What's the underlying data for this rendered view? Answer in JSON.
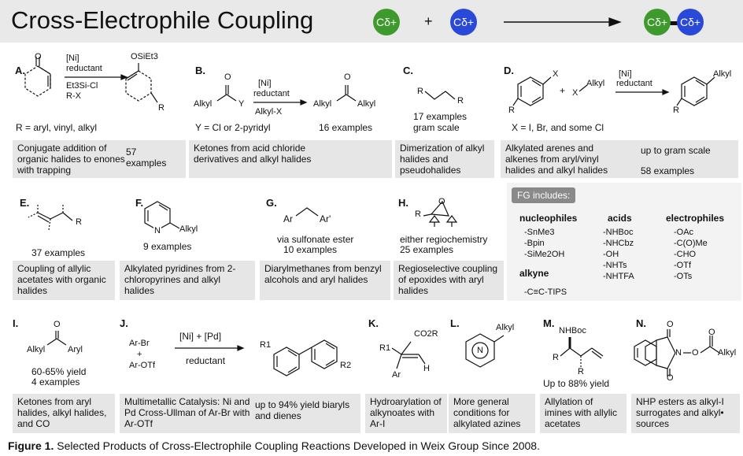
{
  "header": {
    "title": "Cross-Electrophile Coupling",
    "ball1": "Cδ+",
    "plus": "+",
    "ball2": "Cδ+",
    "prod1": "Cδ+",
    "prod2": "Cδ+"
  },
  "panels": {
    "A": {
      "label": "A.",
      "ketone_o": "O",
      "reagent1": "[Ni]",
      "reagent2": "reductant",
      "reagent3": "Et3Si-Cl",
      "reagent4": "R-X",
      "product_group": "OSiEt3",
      "product_r": "R",
      "scope": "R = aryl, vinyl, alkyl",
      "caption": "Conjugate addition of organic halides to enones with trapping",
      "count": "57 examples"
    },
    "B": {
      "label": "B.",
      "left1": "Alkyl",
      "o": "O",
      "y": "Y",
      "reagent1": "[Ni]",
      "reagent2": "reductant",
      "reagent3": "Alkyl-X",
      "prod_left": "Alkyl",
      "prod_o": "O",
      "prod_right": "Alkyl",
      "scope": "Y = Cl or 2-pyridyl",
      "count": "16 examples",
      "caption": "Ketones from acid chloride derivatives and alkyl halides"
    },
    "C": {
      "label": "C.",
      "r1": "R",
      "r2": "R",
      "line1": "17 examples",
      "line2": "gram scale",
      "caption": "Dimerization of alkyl halides and pseudohalides"
    },
    "D": {
      "label": "D.",
      "x": "X",
      "r": "R",
      "plus": "+",
      "xalkyl": "X",
      "alkyl": "Alkyl",
      "reagent1": "[Ni]",
      "reagent2": "reductant",
      "prod_alkyl": "Alkyl",
      "prod_r": "R",
      "scope": "X = I, Br, and some Cl",
      "caption": "Alkylated arenes and alkenes from aryl/vinyl halides and alkyl halides",
      "cap2a": "up to gram scale",
      "cap2b": "58 examples"
    },
    "E": {
      "label": "E.",
      "r": "R",
      "count": "37 examples",
      "caption": "Coupling of allylic acetates with organic halides"
    },
    "F": {
      "label": "F.",
      "n": "N",
      "alkyl": "Alkyl",
      "count": "9 examples",
      "caption": "Alkylated pyridines from 2-chloropyrines and alkyl halides"
    },
    "G": {
      "label": "G.",
      "ar": "Ar",
      "ar2": "Ar'",
      "line1": "via sulfonate ester",
      "line2": "10 examples",
      "caption": "Diarylmethanes from benzyl alcohols and aryl halides"
    },
    "H": {
      "label": "H.",
      "o": "O",
      "r": "R",
      "line1": "either regiochemistry",
      "line2": "25 examples",
      "caption": "Regioselective coupling of epoxides with aryl halides"
    },
    "FG": {
      "badge": "FG includes:",
      "nucleophiles_head": "nucleophiles",
      "nucleophiles": [
        "-SnMe3",
        "-Bpin",
        "-SiMe2OH"
      ],
      "alkyne_head": "alkyne",
      "alkyne": "-C≡C-TIPS",
      "acids_head": "acids",
      "acids": [
        "-NHBoc",
        "-NHCbz",
        "-OH",
        "-NHTs",
        "-NHTFA"
      ],
      "electrophiles_head": "electrophiles",
      "electrophiles": [
        "-OAc",
        "-C(O)Me",
        "-CHO",
        "-OTf",
        "-OTs"
      ]
    },
    "I": {
      "label": "I.",
      "o": "O",
      "alkyl": "Alkyl",
      "aryl": "Aryl",
      "line1": "60-65% yield",
      "line2": "4 examples",
      "caption": "Ketones from aryl halides, alkyl halides, and CO"
    },
    "J": {
      "label": "J.",
      "arbr": "Ar-Br",
      "plus": "+",
      "arotf": "Ar-OTf",
      "reagent1": "[Ni] + [Pd]",
      "reagent2": "reductant",
      "r1": "R1",
      "r2": "R2",
      "caption": "Multimetallic Catalysis: Ni and Pd Cross-Ullman of Ar-Br with Ar-OTf",
      "cap2": "up to 94% yield biaryls and dienes"
    },
    "K": {
      "label": "K.",
      "co2r": "CO2R",
      "r1": "R1",
      "h": "H",
      "ar": "Ar",
      "caption": "Hydroarylation of alkynoates with Ar-I"
    },
    "L": {
      "label": "L.",
      "n": "N",
      "alkyl": "Alkyl",
      "caption": "More general conditions for alkylated azines"
    },
    "M": {
      "label": "M.",
      "nhboc": "NHBoc",
      "r1": "R",
      "r2": "R",
      "yield": "Up to 88% yield",
      "caption": "Allylation of imines with allylic acetates"
    },
    "N": {
      "label": "N.",
      "o1": "O",
      "o2": "O",
      "n": "N",
      "o3": "O",
      "o4": "O",
      "alkyl": "Alkyl",
      "caption": "NHP esters as alkyl-I surrogates and alkyl• sources"
    }
  },
  "figure_caption": {
    "bold": "Figure 1.",
    "text": " Selected Products of Cross-Electrophile Coupling Reactions Developed in Weix Group Since 2008."
  }
}
